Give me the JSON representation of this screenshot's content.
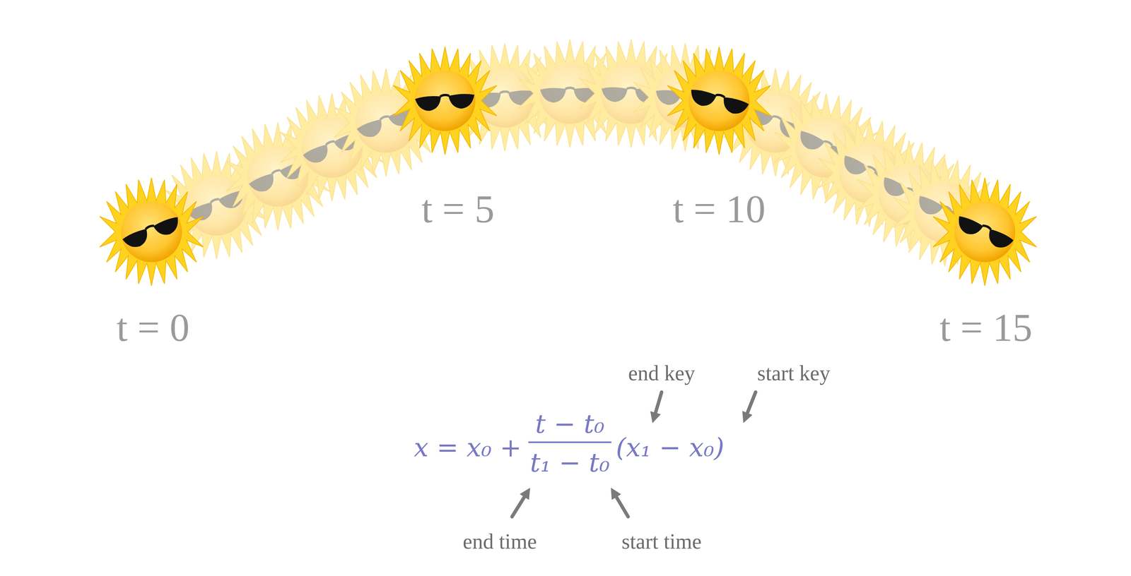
{
  "diagram": {
    "labels": [
      "t = 5",
      "t = 10",
      "t = 0",
      "t = 15",
      "end key",
      "start key",
      "x = x₀ +",
      "t − t₀",
      "t₁ − t₀",
      "(x₁ − x₀)",
      "end time",
      "start time"
    ]
  }
}
